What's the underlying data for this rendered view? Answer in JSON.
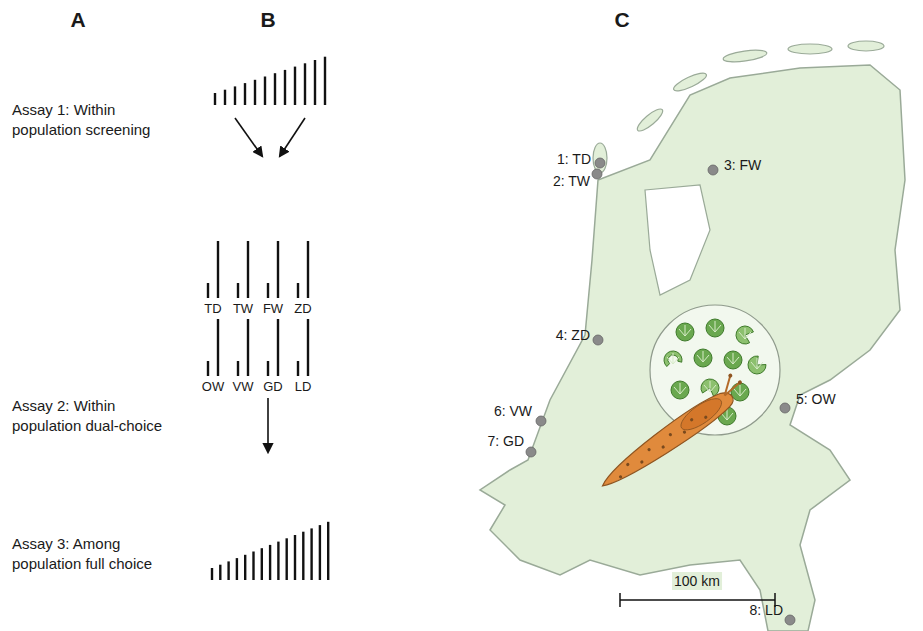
{
  "diagram": {
    "labels": [
      "A",
      "B",
      "C",
      "Assay 1: Within population screening",
      "Assay 2: Within population dual-choice",
      "Assay 3: Among population full choice",
      "TD",
      "TW",
      "FW",
      "ZD",
      "OW",
      "VW",
      "GD",
      "LD",
      "1: TD",
      "2: TW",
      "3: FW",
      "4: ZD",
      "5: OW",
      "6: VW",
      "7: GD",
      "8: LD",
      "100 km"
    ]
  }
}
